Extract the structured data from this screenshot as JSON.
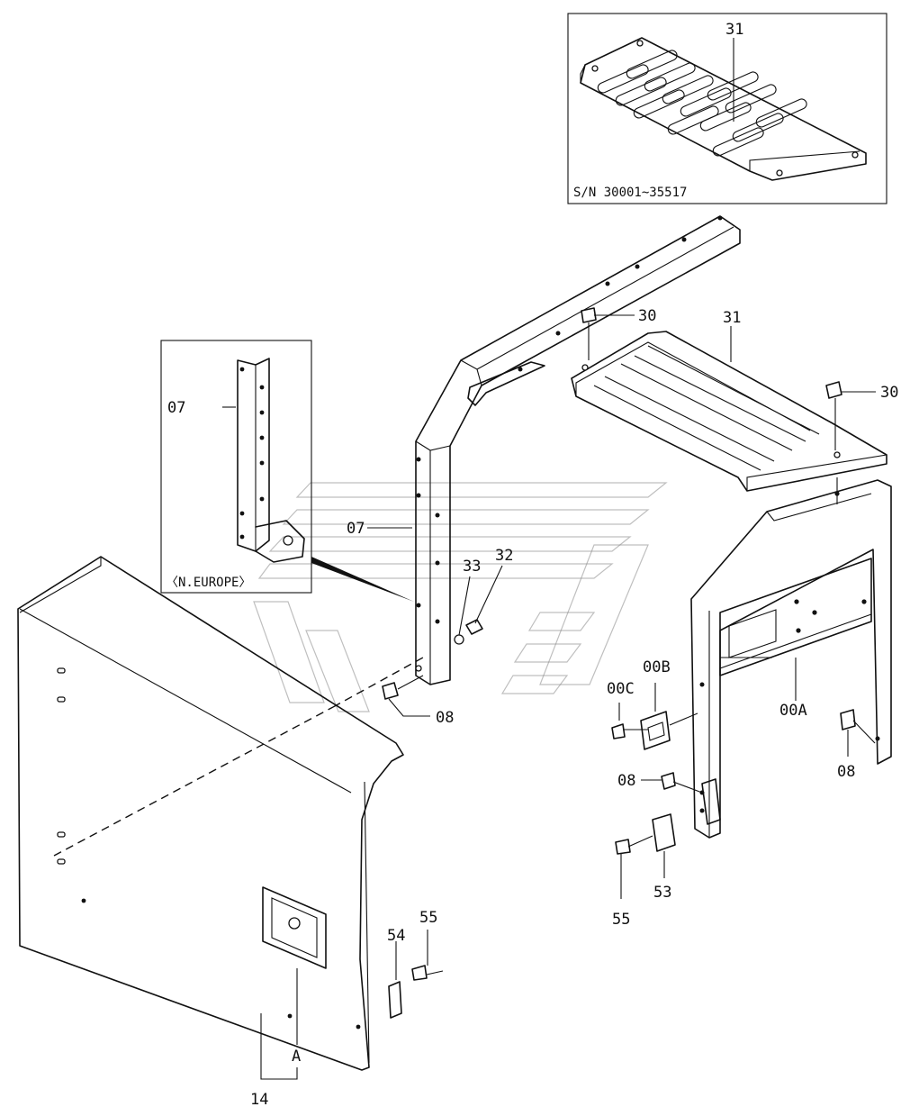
{
  "inset_top": {
    "part_label": "31",
    "serial_note": "S/N 30001~35517"
  },
  "inset_left": {
    "part_label": "07",
    "region_note": "〈N.EUROPE〉"
  },
  "callouts": {
    "c31_top": "31",
    "c30_a": "30",
    "c30_b": "30",
    "c31_main": "31",
    "c07": "07",
    "c33": "33",
    "c32": "32",
    "c08_a": "08",
    "c00A": "00A",
    "c08_b": "08",
    "c00C": "00C",
    "c00B": "00B",
    "c08_c": "08",
    "c55_a": "55",
    "c53": "53",
    "c54": "54",
    "c55_b": "55",
    "cA": "A",
    "c14": "14"
  }
}
